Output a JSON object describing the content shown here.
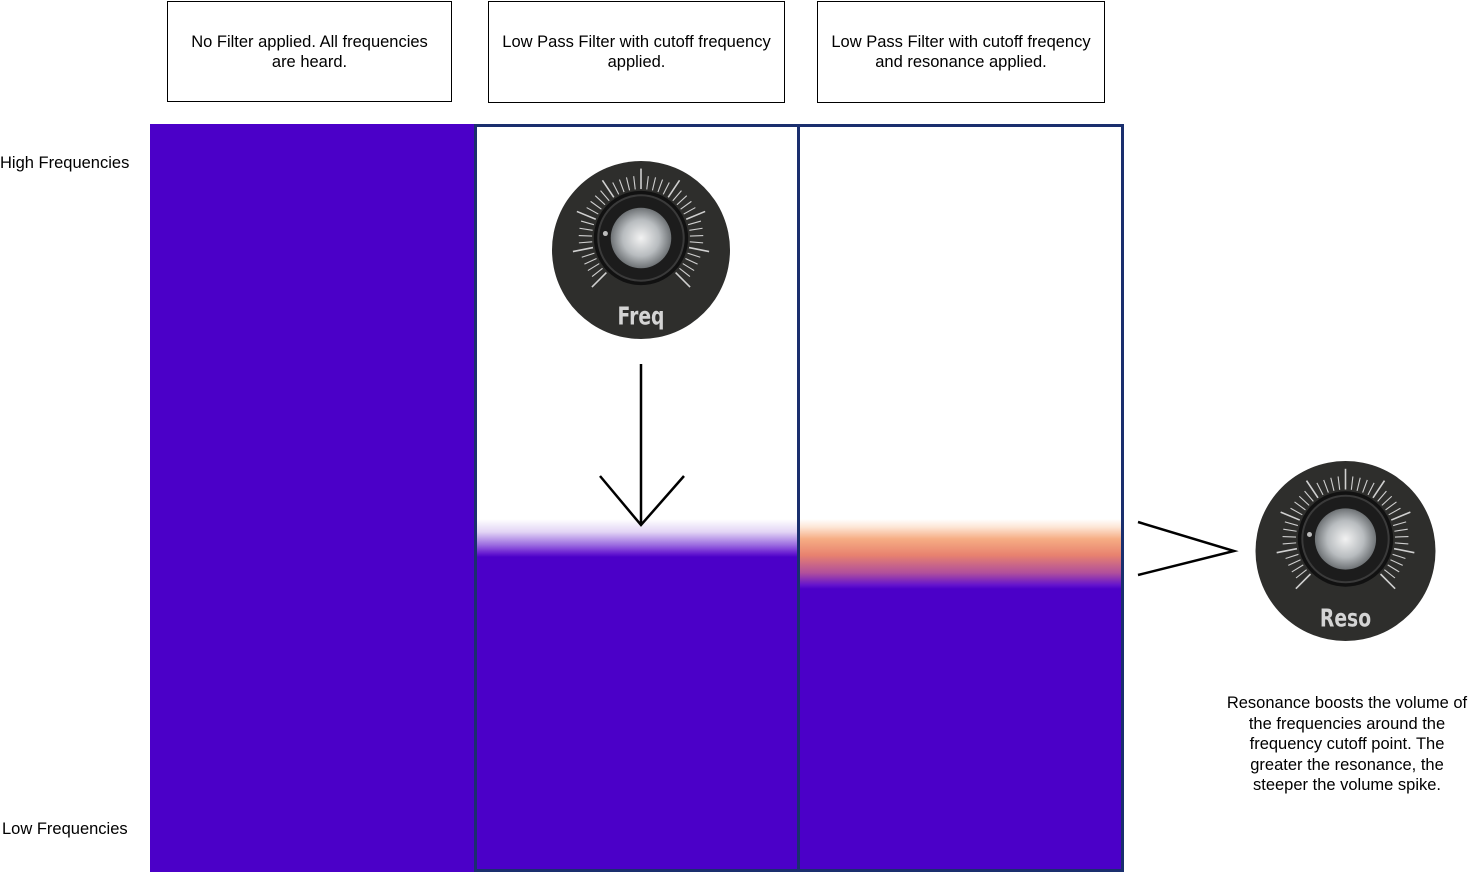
{
  "captions": [
    "No Filter applied. All frequencies are heard.",
    "Low Pass Filter with cutoff frequency applied.",
    "Low Pass Filter with cutoff freqency and resonance applied."
  ],
  "axis": {
    "high_label": "High Frequencies",
    "low_label": "Low Frequencies"
  },
  "knobs": {
    "freq_label": "Freq",
    "reso_label": "Reso"
  },
  "note": "Resonance boosts the volume of the frequencies around the frequency cutoff point. The greater the resonance, the steeper the volume spike.",
  "colors": {
    "purple": "#4b00c8",
    "border": "#1a2f6e",
    "resonance_peak": "#f6ad84",
    "knob_body": "#2e2e2c"
  }
}
